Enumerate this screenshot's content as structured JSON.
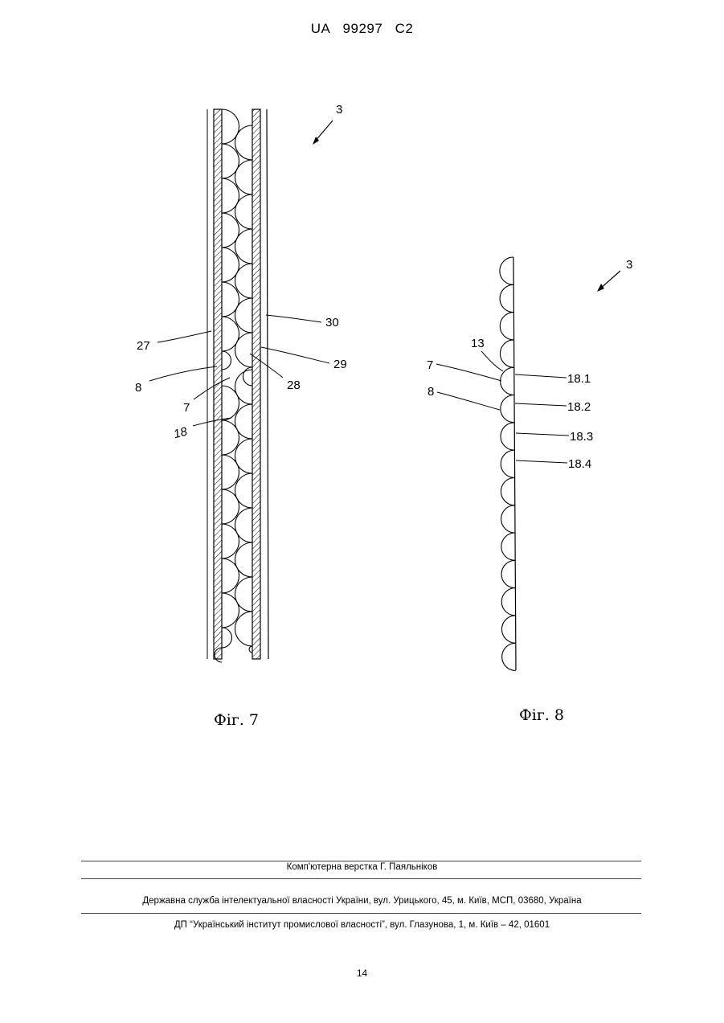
{
  "header": {
    "country": "UA",
    "number": "99297",
    "kind": "C2"
  },
  "fig7": {
    "caption": "Фіг. 7",
    "labels": {
      "ref3": "3",
      "l30": "30",
      "l27": "27",
      "l29": "29",
      "l8": "8",
      "l28": "28",
      "l7": "7",
      "l18": "18"
    }
  },
  "fig8": {
    "caption": "Фіг. 8",
    "labels": {
      "ref3": "3",
      "l13": "13",
      "l7": "7",
      "l8": "8",
      "l18_1": "18.1",
      "l18_2": "18.2",
      "l18_3": "18.3",
      "l18_4": "18.4"
    }
  },
  "footer": {
    "line1": "Комп'ютерна верстка Г. Паяльніков",
    "line2": "Державна служба інтелектуальної власності України, вул. Урицького, 45, м. Київ, МСП, 03680, Україна",
    "line3": "ДП “Український інститут промислової власності”, вул. Глазунова, 1, м. Київ – 42, 01601"
  },
  "page_number": "14"
}
